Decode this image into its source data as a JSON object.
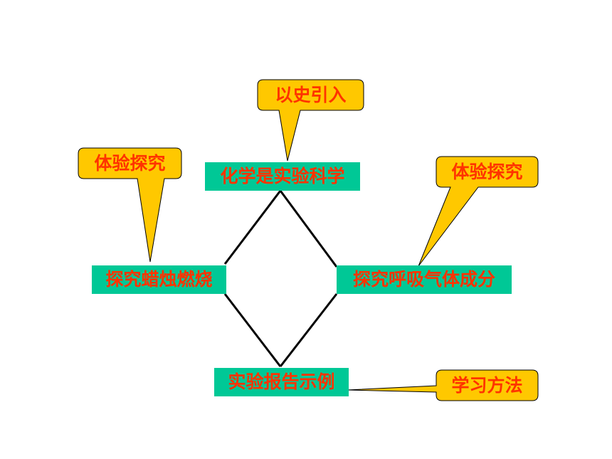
{
  "nodes": {
    "top": "化学是实验科学",
    "left": "探究蜡烛燃烧",
    "right": "探究呼吸气体成分",
    "bottom": "实验报告示例"
  },
  "callouts": {
    "top": "以史引入",
    "left": "体验探究",
    "right": "体验探究",
    "bottom": "学习方法"
  },
  "colors": {
    "node_fill": "#00c896",
    "text": "#ff3300",
    "callout_fill": "#ffc800",
    "line": "#000000"
  }
}
